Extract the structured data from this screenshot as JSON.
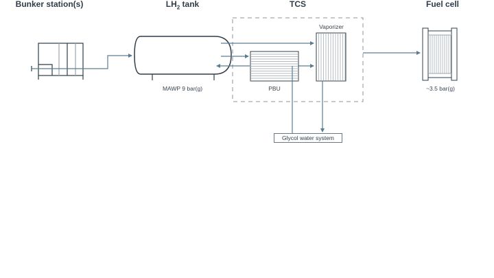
{
  "diagram": {
    "titles": {
      "bunker": "Bunker station(s)",
      "tank_prefix": "LH",
      "tank_sub": "2",
      "tank_suffix": " tank",
      "tcs": "TCS",
      "fuel_cell": "Fuel cell"
    },
    "labels": {
      "tank_pressure": "MAWP 9 bar(g)",
      "pbu": "PBU",
      "vaporizer": "Vaporizer",
      "fuel_cell_pressure": "~3.5 bar(g)",
      "glycol": "Glycol water system"
    },
    "colors": {
      "outline": "#2f3c48",
      "flow": "#5a7d91",
      "hatch": "#9aa4ab",
      "dashed": "#8a949b"
    }
  }
}
